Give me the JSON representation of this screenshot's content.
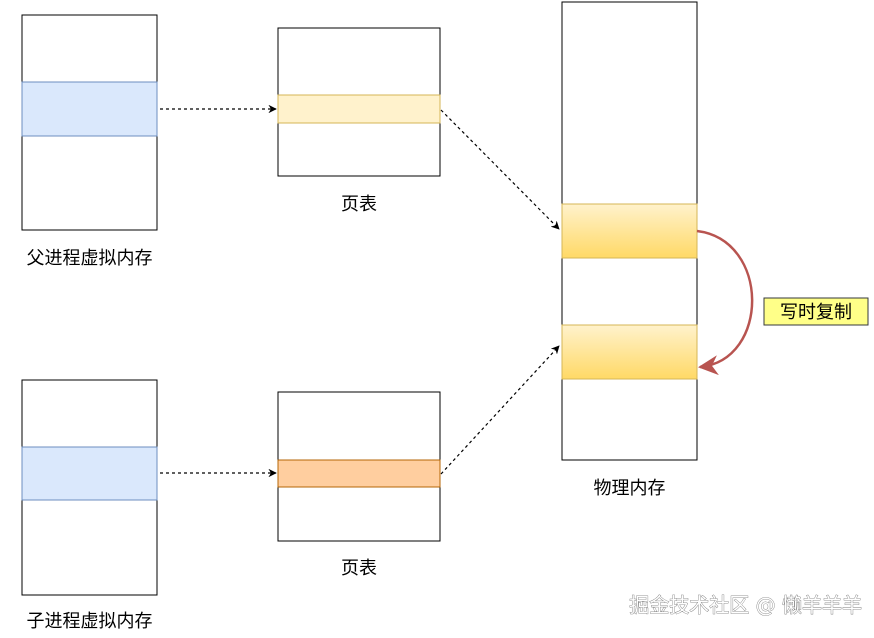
{
  "labels": {
    "parent_vm": "父进程虚拟内存",
    "child_vm": "子进程虚拟内存",
    "page_table_top": "页表",
    "page_table_bottom": "页表",
    "physical_memory": "物理内存",
    "cow_tag": "写时复制"
  },
  "watermark": "掘金技术社区 @ 懒羊羊羊",
  "colors": {
    "virtual_block": "#dae8fc",
    "virtual_block_border": "#6c8ebf",
    "page_entry_parent": "#fff2cc",
    "page_entry_parent_border": "#d6b656",
    "page_entry_child": "#ffce9f",
    "page_entry_child_border": "#b46504",
    "physical_block": "#ffd966",
    "physical_block_border": "#d6b656",
    "cow_arrow": "#b85450",
    "cow_tag_bg": "#ffff88",
    "cow_tag_border": "#36393d"
  },
  "icons": {
    "arrow": "arrowhead-icon",
    "cow_arrow": "curved-arrow-icon"
  }
}
